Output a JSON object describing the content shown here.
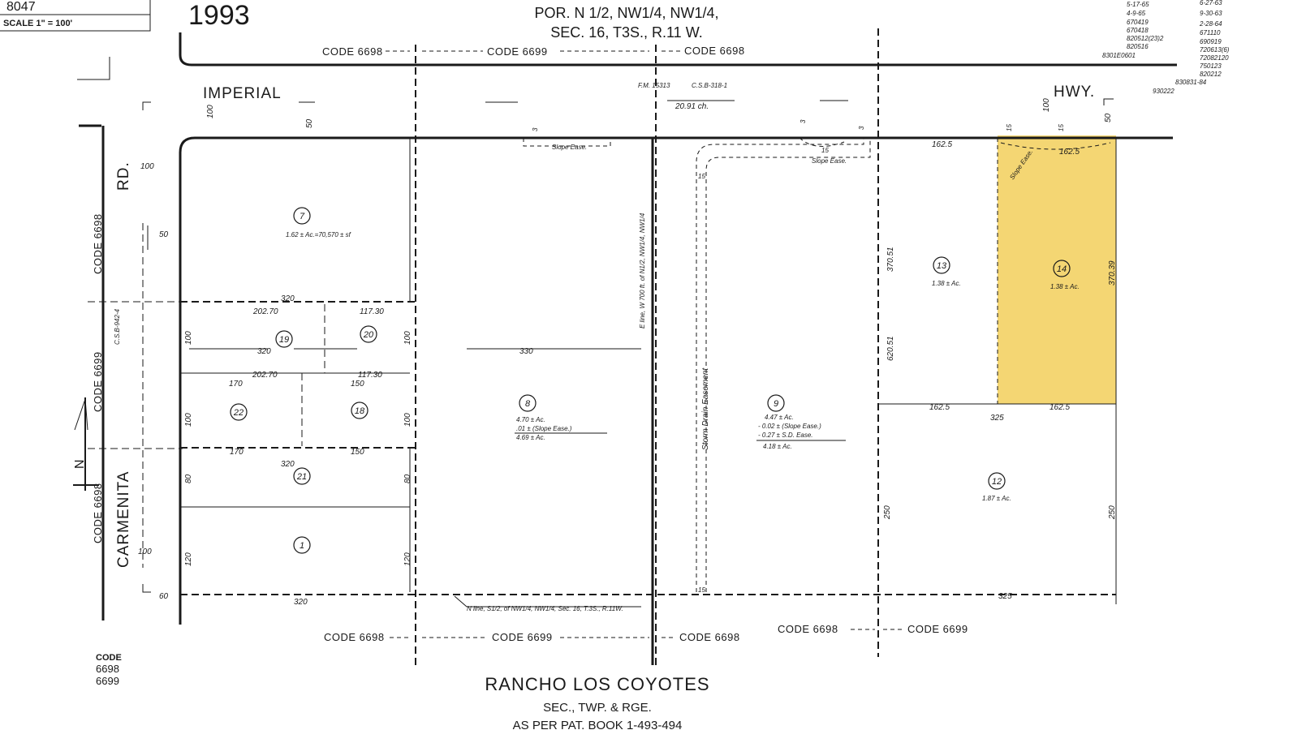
{
  "header": {
    "year": "1993",
    "scale_label": "SCALE 1\" = 100'",
    "top_left_number": "8047",
    "title_line1": "POR. N 1/2, NW1/4, NW1/4,",
    "title_line2": "SEC. 16, T3S., R.11 W."
  },
  "revision_dates_left": [
    "5-17-65",
    "4-9-65",
    "670419",
    "670418",
    "820512(23)2",
    "820516",
    "8301E0601"
  ],
  "revision_dates_right": [
    "6-27-63",
    "9-30-63",
    "2-28-64",
    "671110",
    "690919",
    "720613(6)",
    "72082120",
    "750123",
    "820212",
    "830831-84",
    "930222"
  ],
  "streets": {
    "imperial": "IMPERIAL",
    "hwy": "HWY.",
    "rd": "RD.",
    "carmenita": "CARMENITA"
  },
  "codes": {
    "top_1": "CODE 6698",
    "top_2": "CODE 6699",
    "top_3": "CODE 6698",
    "left_1": "CODE 6698",
    "left_2": "CODE 6699",
    "left_3": "CODE 6698",
    "bottom_1": "CODE 6698",
    "bottom_2": "CODE 6699",
    "bottom_3": "CODE 6698",
    "bottom_4": "CODE 6698",
    "bottom_5": "CODE 6699"
  },
  "legend": {
    "label": "CODE",
    "values": [
      "6698",
      "6699"
    ]
  },
  "footer": {
    "rancho": "RANCHO  LOS  COYOTES",
    "sec_line": "SEC., TWP. & RGE.",
    "book_line": "AS PER PAT. BOOK 1-493-494"
  },
  "annotations": {
    "fm": "F.M. 15313",
    "csb": "C.S.B-318-1",
    "chains": "20.91 ch.",
    "slope_ease_1": "Slope Ease.",
    "slope_ease_2": "Slope Ease.",
    "slope_ease_3": "Slope Ease.",
    "storm_drain": "Storm Drain Easement",
    "e_line": "E line, W 700 ft. of N1/2, NW1/4, NW1/4",
    "n_line": "N line, S1/2, of NW1/4, NW1/4, Sec. 16, T.3S., R.11W.",
    "csb_left": "C.S.B-942-4"
  },
  "parcels": [
    {
      "num": "7",
      "area": "1.62 ± Ac.=70,570 ± sf"
    },
    {
      "num": "19",
      "area": ""
    },
    {
      "num": "20",
      "area": ""
    },
    {
      "num": "22",
      "area": ""
    },
    {
      "num": "18",
      "area": ""
    },
    {
      "num": "21",
      "area": ""
    },
    {
      "num": "1",
      "area": ""
    },
    {
      "num": "8",
      "area": "4.70 ± Ac."
    },
    {
      "num": "9",
      "area": "4.47 ± Ac."
    },
    {
      "num": "13",
      "area": "1.38 ± Ac."
    },
    {
      "num": "14",
      "area": "1.38 ± Ac."
    },
    {
      "num": "12",
      "area": "1.87 ± Ac."
    }
  ],
  "parcel8_lines": [
    ".01 ± (Slope Ease.)",
    "4.69 ± Ac."
  ],
  "parcel9_lines": [
    "- 0.02 ± (Slope Ease.)",
    "- 0.27 ± S.D. Ease.",
    "4.18 ± Ac."
  ],
  "dimensions": {
    "d_100_top": "100",
    "d_50_top": "50",
    "d_100_rd": "100",
    "d_50_rd": "50",
    "d_320_a": "320",
    "d_20270_a": "202.70",
    "d_11730_a": "117.30",
    "d_320_b": "320",
    "d_330": "330",
    "d_20270_b": "202.70",
    "d_11730_b": "117.30",
    "d_170_a": "170",
    "d_150_a": "150",
    "d_170_b": "170",
    "d_150_b": "150",
    "d_320_c": "320",
    "d_320_d": "320",
    "d_100_l1": "100",
    "d_100_l2": "100",
    "d_80_l": "80",
    "d_120_l": "120",
    "d_100_r1": "100",
    "d_100_r2": "100",
    "d_80_r": "80",
    "d_120_r": "120",
    "d_100_left": "100",
    "d_60_left": "60",
    "d_1625_a": "162.5",
    "d_1625_b": "162.5",
    "d_1625_c": "162.5",
    "d_1625_d": "162.5",
    "d_37051": "370.51",
    "d_37039": "370.39",
    "d_62051": "620.51",
    "d_325_a": "325",
    "d_325_b": "325",
    "d_250_a": "250",
    "d_250_b": "250",
    "d_100_hwy": "100",
    "d_50_hwy": "50",
    "d_15_a": "15",
    "d_15_b": "15",
    "d_15_c": "15",
    "d_15_d": "15",
    "d_15_e": "15",
    "d_3_a": "3",
    "d_3_b": "3",
    "d_3_c": "3"
  },
  "highlight_color": "#f4d673"
}
